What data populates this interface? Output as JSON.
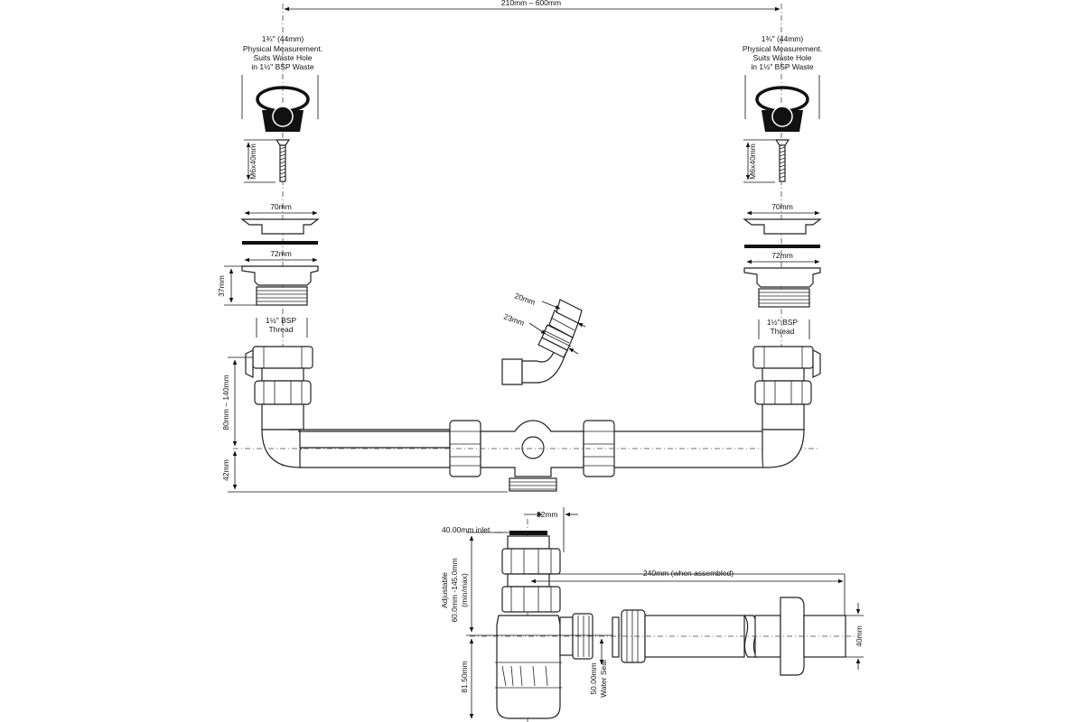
{
  "top_span": "210mm – 600mm",
  "left_waste": {
    "spec_line1": "1¾\" (44mm)",
    "spec_line2": "Physical Measurement.",
    "spec_line3": "Suits Waste Hole",
    "spec_line4": "in 1½\" BSP Waste",
    "screw": "M6x40mm",
    "flange_top": "70mm",
    "flange_body": "72mm",
    "body_height": "37mm",
    "thread_line1": "1½\" BSP",
    "thread_line2": "Thread"
  },
  "right_waste": {
    "spec_line1": "1¾\" (44mm)",
    "spec_line2": "Physical Measurement.",
    "spec_line3": "Suits Waste Hole",
    "spec_line4": "in 1½\" BSP Waste",
    "screw": "M6x40mm",
    "flange_top": "70mm",
    "flange_body": "72mm",
    "thread_line1": "1½\" BSP",
    "thread_line2": "Thread"
  },
  "left_height_range": "80mm – 140mm",
  "left_offset": "42mm",
  "spigot_outer": "20mm",
  "spigot_inner": "23mm",
  "trap": {
    "outlet": "32mm",
    "inlet": "40.00mm inlet",
    "adjust_line1": "Adjustable",
    "adjust_line2": "60.0mm -145.0mm",
    "adjust_line3": "(min/max)",
    "depth": "81.50mm",
    "seal_line1": "50.00mm",
    "seal_line2": "Water Seal",
    "assembled": "240mm (when assembled)",
    "outlet_dia": "40mm"
  }
}
